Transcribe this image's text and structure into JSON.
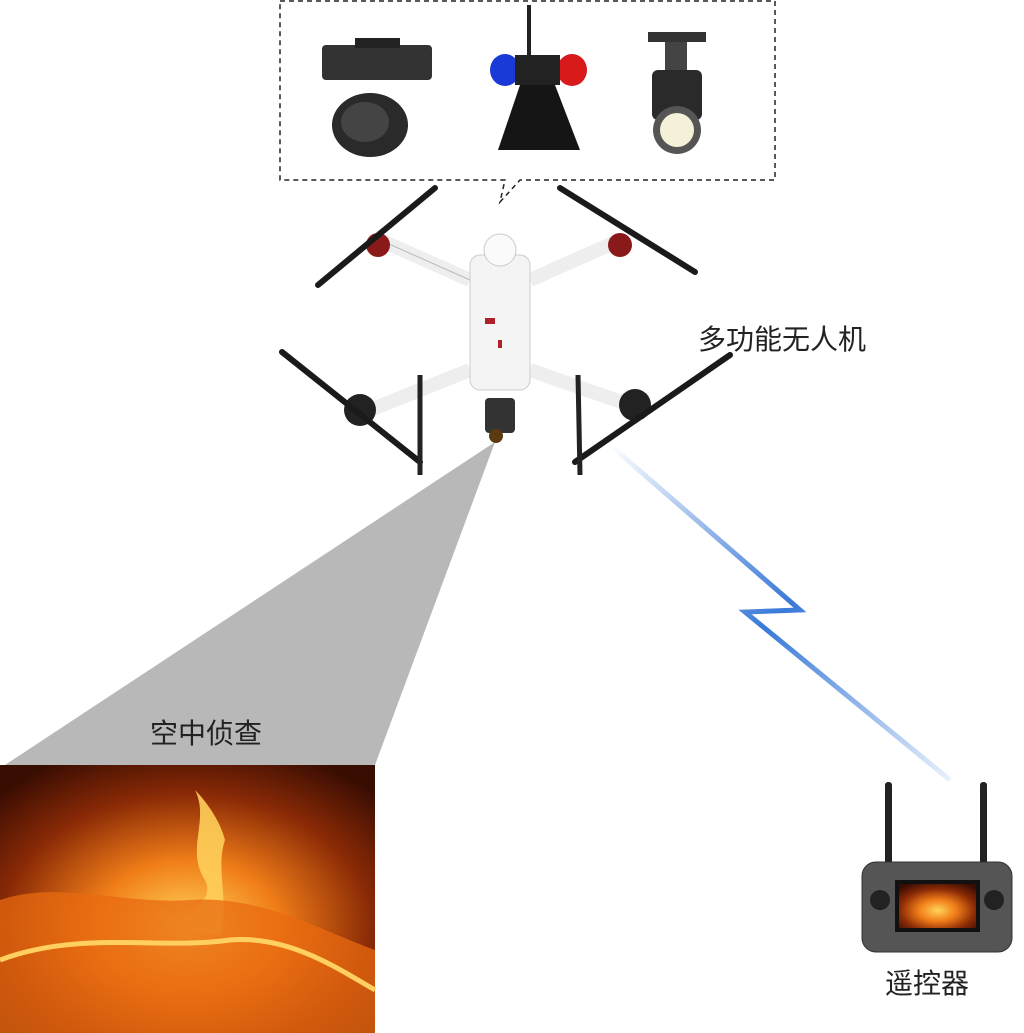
{
  "labels": {
    "drone": "多功能无人机",
    "recon": "空中侦查",
    "controller": "遥控器"
  },
  "payloads": [
    {
      "name": "gimbal-camera"
    },
    {
      "name": "police-light-loudspeaker"
    },
    {
      "name": "searchlight"
    }
  ],
  "colors": {
    "link": "#3a7ad8",
    "fov": "#b8b8b8",
    "fire": "#f08a1c",
    "drone_accent": "#b0202a"
  }
}
